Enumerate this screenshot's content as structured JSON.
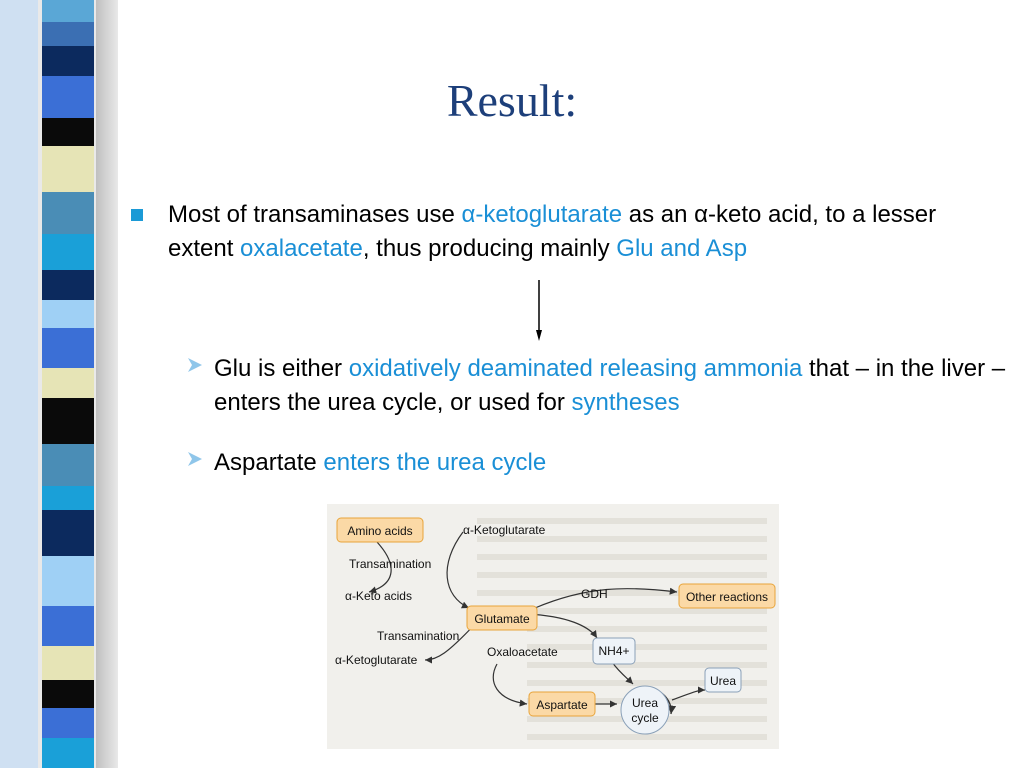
{
  "slide": {
    "title": "Result:",
    "bullet_main": {
      "t1": "Most of transaminases use ",
      "h1": "α-ketoglutarate",
      "t2": " as an α-keto acid, to a lesser extent ",
      "h2": "oxalacetate",
      "t3": ", thus producing mainly ",
      "h3": "Glu and Asp"
    },
    "sub_bullets": [
      {
        "t1": "Glu is either ",
        "h1": "oxidatively deaminated releasing ammonia",
        "t2": " that – in the liver – enters the urea cycle, or used for ",
        "h2": "syntheses"
      },
      {
        "t1": "Aspartate ",
        "h1": "enters the urea cycle"
      }
    ]
  },
  "diagram": {
    "nodes": {
      "amino_acids": "Amino acids",
      "glutamate": "Glutamate",
      "other_reactions": "Other reactions",
      "nh4": "NH4+",
      "urea": "Urea",
      "aspartate": "Aspartate",
      "urea_cycle_1": "Urea",
      "urea_cycle_2": "cycle"
    },
    "labels": {
      "akg_top": "α-Ketoglutarate",
      "transamination_1": "Transamination",
      "keto_acids": "α-Keto acids",
      "gdh": "GDH",
      "transamination_2": "Transamination",
      "oxaloacetate": "Oxaloacetate",
      "akg_bottom": "α-Ketoglutarate"
    }
  },
  "colors": {
    "title": "#1d3f7a",
    "highlight": "#1a8fd6",
    "bullet": "#1b9ad6",
    "sub_bullet": "#8fc6ea",
    "node_fill": "#fbd9a6",
    "node_border": "#e8a43a"
  }
}
